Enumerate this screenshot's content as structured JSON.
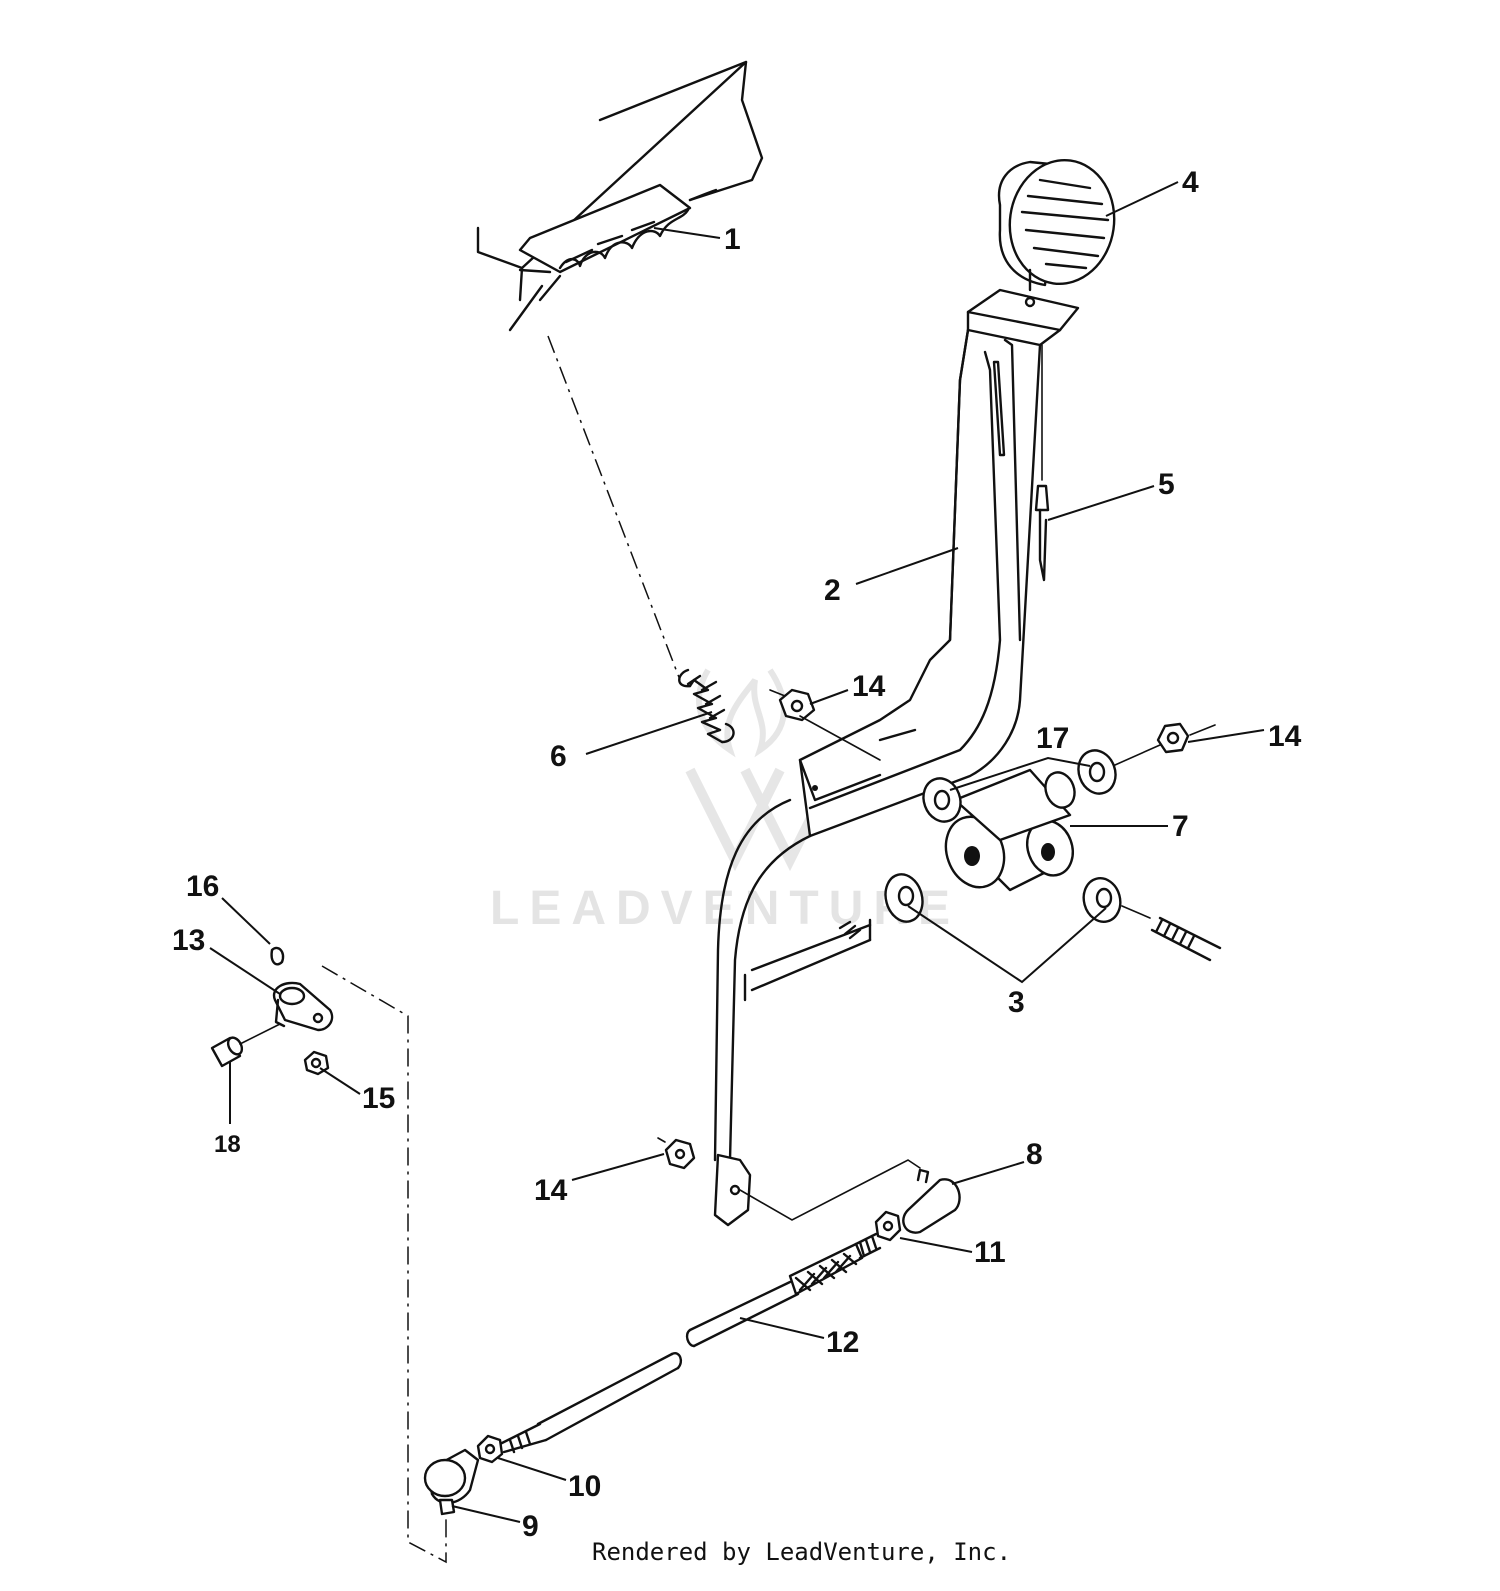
{
  "watermark": {
    "text": "LEADVENTURE"
  },
  "footer": {
    "text": "Rendered by LeadVenture, Inc."
  },
  "callouts": {
    "c1": "1",
    "c2": "2",
    "c3": "3",
    "c4": "4",
    "c5": "5",
    "c6": "6",
    "c7": "7",
    "c8": "8",
    "c9": "9",
    "c10": "10",
    "c11": "11",
    "c12": "12",
    "c13": "13",
    "c14a": "14",
    "c14b": "14",
    "c14c": "14",
    "c15": "15",
    "c16": "16",
    "c17": "17",
    "c18": "18"
  }
}
